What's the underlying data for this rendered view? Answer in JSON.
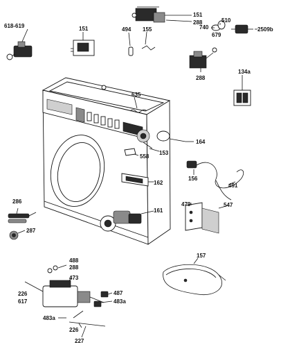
{
  "labels": {
    "l_618_619": "618-619",
    "l_151_a": "151",
    "l_494": "494",
    "l_155": "155",
    "l_151_b": "151",
    "l_288_a": "288",
    "l_510": "510",
    "l_740": "740",
    "l_679": "679",
    "l_2509b": "2509b",
    "l_288_b": "288",
    "l_134a": "134a",
    "l_635": "635",
    "l_164": "164",
    "l_153": "153",
    "l_558": "558",
    "l_162": "162",
    "l_156": "156",
    "l_491": "491",
    "l_479": "479",
    "l_547": "547",
    "l_286": "286",
    "l_287": "287",
    "l_161": "161",
    "l_157": "157",
    "l_488": "488",
    "l_288_c": "288",
    "l_473": "473",
    "l_226_a": "226",
    "l_617": "617",
    "l_487": "487",
    "l_483a_a": "483a",
    "l_483a_b": "483a",
    "l_226_b": "226",
    "l_227": "227"
  },
  "colors": {
    "ink": "#111111",
    "paper": "#ffffff",
    "shade": "#8a8a8a"
  }
}
